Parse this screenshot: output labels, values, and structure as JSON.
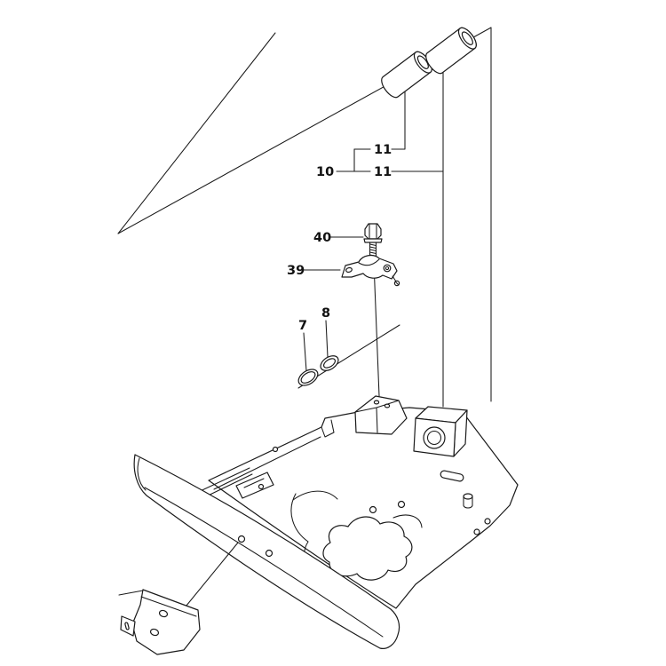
{
  "page": {
    "kind": "exploded-parts-diagram",
    "background_color": "#ffffff",
    "line_color": "#1a1a1a"
  },
  "labels": {
    "item11_upper": "11",
    "item10": "10",
    "item11_lower": "11",
    "item40": "40",
    "item39": "39",
    "item8": "8",
    "item7": "7"
  },
  "parts": {
    "bushing_upper_ref": "11",
    "bushing_lower_ref": "11",
    "bushing_group_ref": "10",
    "flange_bolt_ref": "40",
    "clamp_ref": "39",
    "o_ring_upper_ref": "8",
    "o_ring_lower_ref": "7"
  }
}
